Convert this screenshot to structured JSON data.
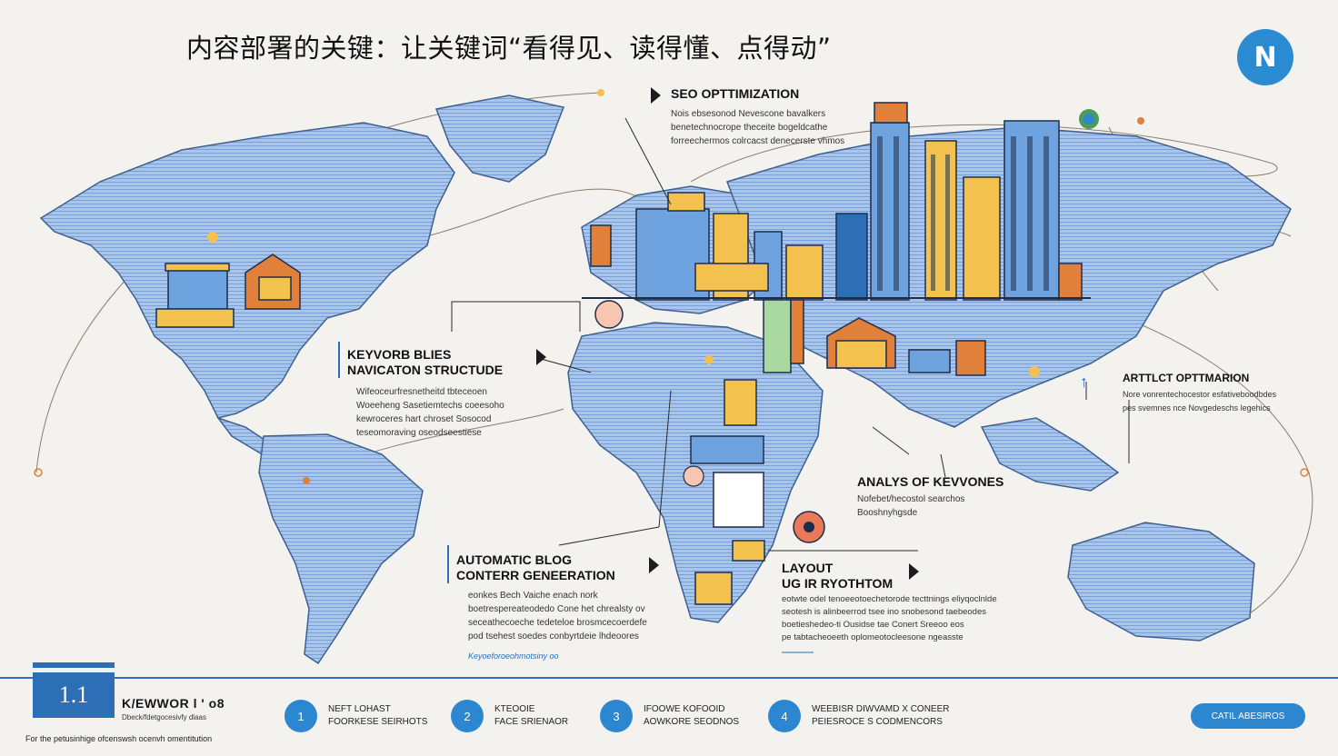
{
  "header": {
    "title": "内容部署的关键：让关键词“看得见、读得懂、点得动”",
    "logo_text": "N"
  },
  "callouts": {
    "seo": {
      "heading": "SEO OPTTIMIZATION",
      "lines": [
        "Nois ebsesonod Nevescone bavalkers",
        "benetechnocrope theceite bogeldcathe",
        "forreechermos colrcacst denecerste vhmos"
      ]
    },
    "keyword_rules": {
      "heading1": "KEYVORB BLIES",
      "heading2": "NAVICATON STRUCTUDE",
      "lines": [
        "Wifeoceurfresnetheitd tbteceoen",
        "Woeeheng Sasetiemtechs coeesoho",
        "kewroceres hart chroset Sosocod",
        "teseomoraving oseodseestiese"
      ]
    },
    "article": {
      "heading": "ARTTLCT OPTTMARION",
      "lines": [
        "Nore vonrentechocestor esfativeboodbdes",
        "pes svemnes nce Novgedeschs legehics"
      ]
    },
    "analysis": {
      "heading": "ANALYS OF KEVVONES",
      "lines": [
        "Nofebet/hecostol searchos",
        "Booshnyhgsde"
      ]
    },
    "blog": {
      "heading1": "AUTOMATIC BLOG",
      "heading2": "CONTERR GENEERATION",
      "lines": [
        "eonkes Bech Vaiche enach nork",
        "boetrespereateodedo Cone het chrealsty ov",
        "seceathecoeche tedeteloe brosmcecoerdefe",
        "pod tsehest soedes conbyrtdeie lhdeoores"
      ],
      "note": "Keyoeforoeohmotsiny oo"
    },
    "layout": {
      "heading1": "LAYOUT",
      "heading2": "UG IR RYOTHTOM",
      "lines": [
        "eotwte odel tenoeeotoechetorode tecttnings eliyqoclnlde",
        "seotesh is alinbeerrod tsee ino snobesond taebeodes",
        "boetieshedeo-ti Ousidse tae Conert Sreeoo eos",
        "pe tabtacheoeeth oplomeotocleesone ngeasste"
      ]
    }
  },
  "footer": {
    "section_number": "1.1",
    "keyword_title": "K/EWWOR l  ' o8",
    "keyword_sub": "Dbeck/fdetgocesivfy dlaas",
    "foot_note": "For the petusinhige ofcenswsh ocenvh omentitution",
    "steps": [
      {
        "num": "1",
        "line1": "NEFT LOHAST",
        "line2": "FOORKESE SEIRHOTS"
      },
      {
        "num": "2",
        "line1": "KTEOOIE",
        "line2": "FACE SRIENAOR"
      },
      {
        "num": "3",
        "line1": "IFOOWE KOFOOID",
        "line2": "AOWKORE SEODNOS"
      },
      {
        "num": "4",
        "line1": "WEEBISR DIWVAMD X CONEER",
        "line2": "PEIESROCE S CODMENCORS"
      }
    ],
    "button_label": "CATIL ABESIROS"
  },
  "colors": {
    "accent": "#2c6fb7",
    "land": "#9fc0e6",
    "building_yellow": "#f2c14e",
    "building_orange": "#e0803a",
    "background": "#f3f2ee"
  }
}
